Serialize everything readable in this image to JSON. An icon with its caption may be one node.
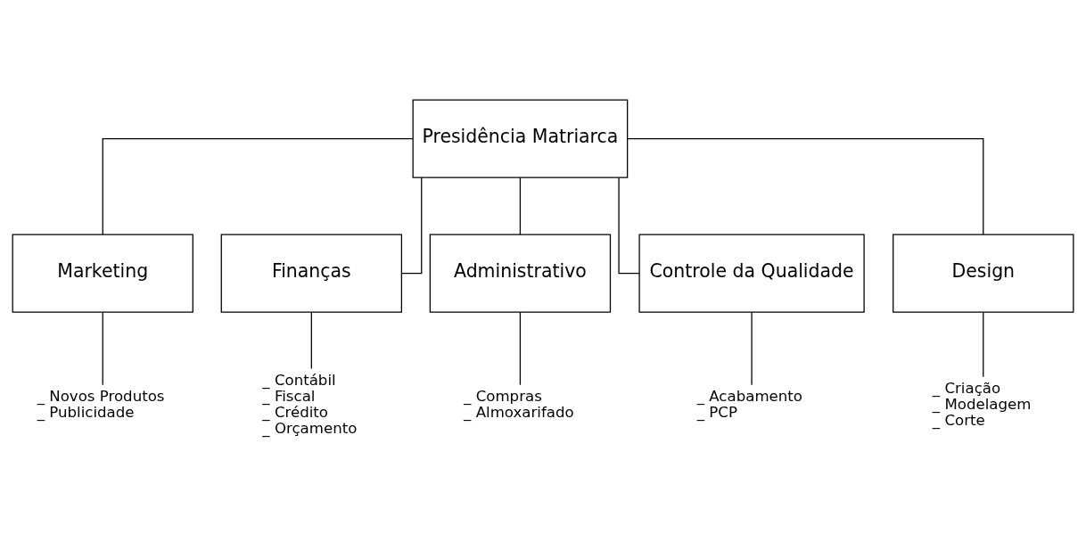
{
  "diagram": {
    "nodes": [
      {
        "text": [
          "Presidência Matriarca"
        ]
      },
      {
        "text": [
          "Marketing"
        ]
      },
      {
        "text": [
          "Finanças"
        ]
      },
      {
        "text": [
          "Administrativo"
        ]
      },
      {
        "text": [
          "Controle da Qualidade"
        ]
      },
      {
        "text": [
          "Design"
        ]
      },
      {
        "text": [
          "_ Novos Produtos",
          "_ Publicidade"
        ]
      },
      {
        "text": [
          "_ Contábil",
          "_ Fiscal",
          "_ Crédito",
          "_ Orçamento"
        ]
      },
      {
        "text": [
          "_ Compras",
          "_ Almoxarifado"
        ]
      },
      {
        "text": [
          "_ Acabamento",
          "_ PCP"
        ]
      },
      {
        "text": [
          "_ Criação",
          "_ Modelagem",
          "_ Corte"
        ]
      }
    ],
    "edges": [
      {
        "from": 0,
        "to": 1,
        "arrow": "none"
      },
      {
        "from": 0,
        "to": 2,
        "arrow": "none"
      },
      {
        "from": 0,
        "to": 3,
        "arrow": "none"
      },
      {
        "from": 0,
        "to": 4,
        "arrow": "none"
      },
      {
        "from": 0,
        "to": 5,
        "arrow": "none"
      },
      {
        "from": 1,
        "to": 6,
        "arrow": "none"
      },
      {
        "from": 2,
        "to": 7,
        "arrow": "none"
      },
      {
        "from": 3,
        "to": 8,
        "arrow": "none"
      },
      {
        "from": 4,
        "to": 9,
        "arrow": "none"
      },
      {
        "from": 5,
        "to": 10,
        "arrow": "none"
      }
    ]
  }
}
